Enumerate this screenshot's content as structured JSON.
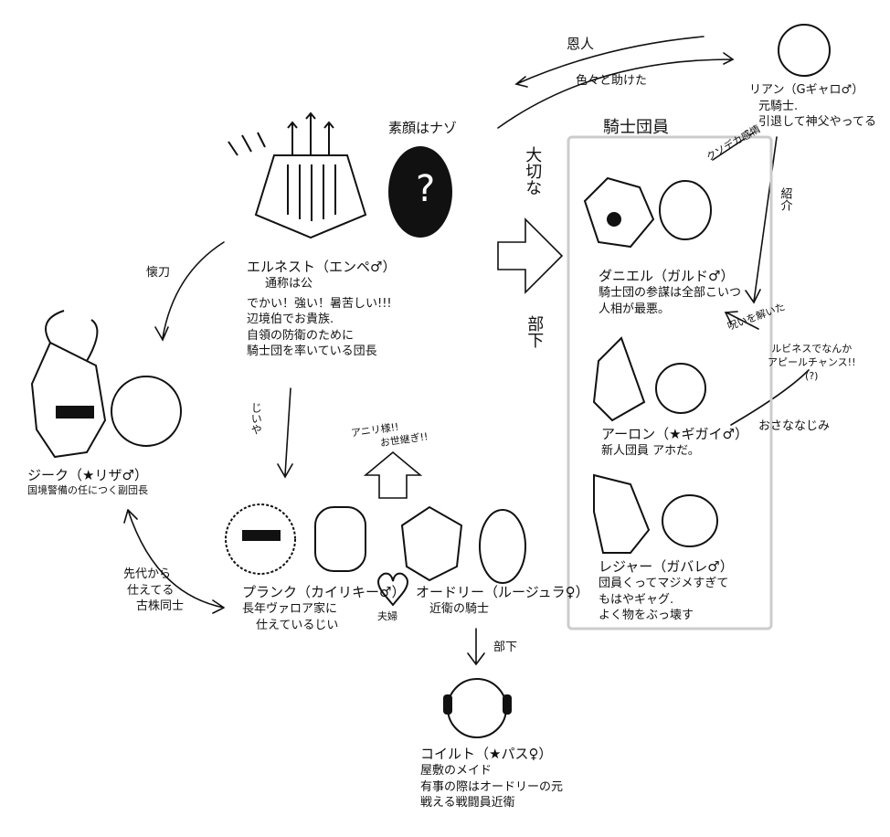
{
  "top": {
    "onjin": "恩人",
    "helped": "色々と助けた"
  },
  "riann": {
    "name": "リアン（Gギャロ♂）",
    "desc": [
      "元騎士.",
      "引退して神父やってる"
    ]
  },
  "ernest": {
    "name": "エルネスト（エンペ♂）",
    "alias": "通称は公",
    "tagline": "でかい！強い！暑苦しい!!!",
    "desc": [
      "辺境伯でお貴族.",
      "自領の防衛のために",
      "騎士団を率いている団長"
    ],
    "mystery": "素顔はナゾ",
    "question": "?"
  },
  "knights_label": "騎士団員",
  "kusodeka": "クソデカ感情",
  "shoukai": "紹介",
  "taisetsu": "大切な",
  "buka": "部下",
  "daniel": {
    "name": "ダニエル（ガルド♂）",
    "desc": [
      "騎士団の参謀は全部こいつ",
      "人相が最悪。"
    ]
  },
  "curse": "呪いを解いた",
  "appeal": [
    "ルビネスでなんか",
    "アピールチャンス!!",
    "(?)"
  ],
  "osananajimi": "おさななじみ",
  "aaron": {
    "name": "アーロン（★ギガイ♂）",
    "desc": [
      "新人団員 アホだ。"
    ]
  },
  "ledger": {
    "name": "レジャー（ガバレ♂）",
    "desc": [
      "団員くってマジメすぎて",
      "もはやギャグ.",
      "よく物をぶっ壊す"
    ]
  },
  "kaigatana": "懐刀",
  "jiiya": "じいや",
  "sieg": {
    "name": "ジーク（★リザ♂）",
    "desc": [
      "国境警備の任につく副団長"
    ]
  },
  "senDai": [
    "先代から",
    "仕えてる",
    "古株同士"
  ],
  "heir": [
    "アニリ様!!",
    "お世継ぎ!!"
  ],
  "plank": {
    "name": "プランク（カイリキー♂）",
    "desc": [
      "長年ヴァロア家に",
      "仕えているじい"
    ]
  },
  "couple": "夫婦",
  "audrey": {
    "name": "オードリー（ルージュラ♀）",
    "desc": [
      "近衛の騎士"
    ]
  },
  "buka2": "部下",
  "coil": {
    "name": "コイルト（★パス♀）",
    "desc": [
      "屋敷のメイド",
      "有事の際はオードリーの元",
      "戦える戦闘員近衛"
    ]
  }
}
